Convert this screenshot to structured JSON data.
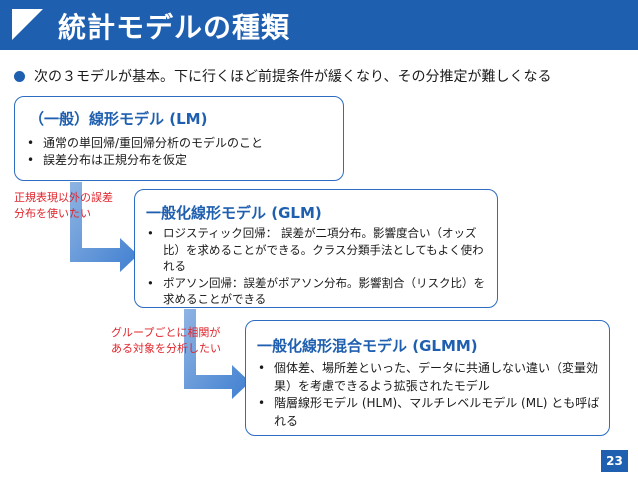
{
  "header": {
    "title": "統計モデルの種類"
  },
  "intro": {
    "text": "次の３モデルが基本。下に行くほど前提条件が緩くなり、その分推定が難しくなる"
  },
  "models": [
    {
      "title": "（一般）線形モデル (LM)",
      "items": [
        "通常の単回帰/重回帰分析のモデルのこと",
        "誤差分布は正規分布を仮定"
      ]
    },
    {
      "title": "一般化線形モデル (GLM)",
      "items": [
        "ロジスティック回帰： 誤差が二項分布。影響度合い（オッズ比）を求めることができる。クラス分類手法としてもよく使われる",
        "ポアソン回帰：誤差がポアソン分布。影響割合（リスク比）を求めることができる"
      ]
    },
    {
      "title": "一般化線形混合モデル (GLMM)",
      "items": [
        "個体差、場所差といった、データに共通しない違い（変量効果）を考慮できるよう拡張されたモデル",
        "階層線形モデル (HLM)、マルチレベルモデル (ML) とも呼ばれる"
      ]
    }
  ],
  "notes": [
    {
      "line1": "正規表現以外の誤差",
      "line2": "分布を使いたい"
    },
    {
      "line1": "グループごとに相関が",
      "line2": "ある対象を分析したい"
    }
  ],
  "bullet_char": "•",
  "page": {
    "number": "23"
  },
  "colors": {
    "accent": "#1f5fb0",
    "note": "#e0242b",
    "box_border": "#2d6cc0",
    "arrow": "#3f7fd0"
  },
  "icons": {
    "title_marker": "triangle-marker-icon",
    "bullet": "circle-bullet-icon",
    "arrow": "down-right-arrow-icon"
  }
}
